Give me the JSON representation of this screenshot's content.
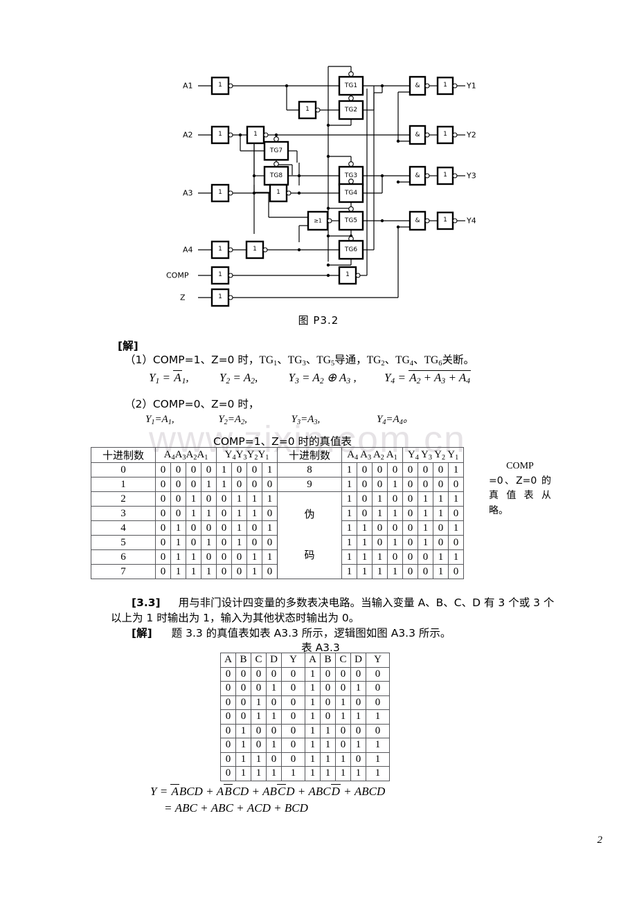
{
  "watermark": "www.zixin.com.cn",
  "page_number": "2",
  "figure": {
    "caption": "图 P3.2",
    "inputs": [
      "A1",
      "A2",
      "A3",
      "A4",
      "COMP",
      "Z"
    ],
    "outputs": [
      "Y1",
      "Y2",
      "Y3",
      "Y4"
    ],
    "transmission_gates": [
      "TG1",
      "TG2",
      "TG3",
      "TG4",
      "TG5",
      "TG6",
      "TG7",
      "TG8"
    ],
    "inverter_label": "1",
    "and_label": "&",
    "or_label": "≥1"
  },
  "solution1": {
    "marker": "[解]",
    "line1": "（1）COMP=1、Z=0 时，TG₁、TG₃、TG₅导通，TG₂、TG₄、TG₆关断。",
    "line1_parts": {
      "prefix": "（1）COMP=1、Z=0 时，",
      "on": "TG1、TG3、TG5",
      "on_word": "导通，",
      "off": "TG2、TG4、TG6",
      "off_word": "关断。"
    },
    "eq_y1": "Y₁ = Ā₁,",
    "eq_y2": "Y₂ = A₂,",
    "eq_y3": "Y₃ = A₂ ⊕ A₃ ,",
    "eq_y4": "Y₄ = A₂ + A₃ + A₄",
    "line2": "（2）COMP=0、Z=0 时，",
    "eq2_y1": "Y₁=A₁,",
    "eq2_y2": "Y₂=A₂,",
    "eq2_y3": "Y₃=A₃,",
    "eq2_y4": "Y₄=A₄。"
  },
  "truth_table_1": {
    "title": "COMP=1、Z=0 时的真值表",
    "headers": [
      "十进制数",
      "A4A3A2A1",
      "Y4Y3Y2Y1",
      "十进制数",
      "A4 A3 A2 A1",
      "Y4 Y3 Y2 Y1"
    ],
    "header_sub": {
      "dec": "十进制数",
      "a": [
        "A",
        "4",
        "A",
        "3",
        "A",
        "2",
        "A",
        "1"
      ],
      "y": [
        "Y",
        "4",
        "Y",
        "3",
        "Y",
        "2",
        "Y",
        "1"
      ]
    },
    "left_rows": [
      {
        "dec": "0",
        "a": [
          "0",
          "0",
          "0",
          "0"
        ],
        "y": [
          "1",
          "0",
          "0",
          "1"
        ]
      },
      {
        "dec": "1",
        "a": [
          "0",
          "0",
          "0",
          "1"
        ],
        "y": [
          "1",
          "0",
          "0",
          "0"
        ]
      },
      {
        "dec": "2",
        "a": [
          "0",
          "0",
          "1",
          "0"
        ],
        "y": [
          "0",
          "1",
          "1",
          "1"
        ]
      },
      {
        "dec": "3",
        "a": [
          "0",
          "0",
          "1",
          "1"
        ],
        "y": [
          "0",
          "1",
          "1",
          "0"
        ]
      },
      {
        "dec": "4",
        "a": [
          "0",
          "1",
          "0",
          "0"
        ],
        "y": [
          "0",
          "1",
          "0",
          "1"
        ]
      },
      {
        "dec": "5",
        "a": [
          "0",
          "1",
          "0",
          "1"
        ],
        "y": [
          "0",
          "1",
          "0",
          "0"
        ]
      },
      {
        "dec": "6",
        "a": [
          "0",
          "1",
          "1",
          "0"
        ],
        "y": [
          "0",
          "0",
          "1",
          "1"
        ]
      },
      {
        "dec": "7",
        "a": [
          "0",
          "1",
          "1",
          "1"
        ],
        "y": [
          "0",
          "0",
          "1",
          "0"
        ]
      }
    ],
    "right_rows": [
      {
        "dec": "8",
        "a": [
          "1",
          "0",
          "0",
          "0"
        ],
        "y": [
          "0",
          "0",
          "0",
          "1"
        ]
      },
      {
        "dec": "9",
        "a": [
          "1",
          "0",
          "0",
          "1"
        ],
        "y": [
          "0",
          "0",
          "0",
          "0"
        ]
      },
      {
        "dec": "",
        "a": [
          "1",
          "0",
          "1",
          "0"
        ],
        "y": [
          "0",
          "1",
          "1",
          "1"
        ]
      },
      {
        "dec": "",
        "a": [
          "1",
          "0",
          "1",
          "1"
        ],
        "y": [
          "0",
          "1",
          "1",
          "0"
        ]
      },
      {
        "dec": "",
        "a": [
          "1",
          "1",
          "0",
          "0"
        ],
        "y": [
          "0",
          "1",
          "0",
          "1"
        ]
      },
      {
        "dec": "",
        "a": [
          "1",
          "1",
          "0",
          "1"
        ],
        "y": [
          "0",
          "1",
          "0",
          "0"
        ]
      },
      {
        "dec": "",
        "a": [
          "1",
          "1",
          "1",
          "0"
        ],
        "y": [
          "0",
          "0",
          "1",
          "1"
        ]
      },
      {
        "dec": "",
        "a": [
          "1",
          "1",
          "1",
          "1"
        ],
        "y": [
          "0",
          "0",
          "1",
          "0"
        ]
      }
    ],
    "pseudo_code_label_1": "伪",
    "pseudo_code_label_2": "码"
  },
  "side_note": {
    "first_line": "COMP",
    "rest": "=0、Z=0 的真 值 表 从 略。"
  },
  "problem33": {
    "number": "[3.3]",
    "text_line1": "用与非门设计四变量的多数表决电路。当输入变量 A、B、C、D 有 3 个或 3 个",
    "text_line2": "以上为 1 时输出为 1，输入为其他状态时输出为 0。",
    "solution_marker": "[解]",
    "solution_text": "题 3.3 的真值表如表 A3.3 所示，逻辑图如图 A3.3 所示。"
  },
  "truth_table_2": {
    "title": "表 A3.3",
    "headers": [
      "A",
      "B",
      "C",
      "D",
      "Y",
      "A",
      "B",
      "C",
      "D",
      "Y"
    ],
    "left_rows": [
      {
        "abcd": [
          "0",
          "0",
          "0",
          "0"
        ],
        "y": "0"
      },
      {
        "abcd": [
          "0",
          "0",
          "0",
          "1"
        ],
        "y": "0"
      },
      {
        "abcd": [
          "0",
          "0",
          "1",
          "0"
        ],
        "y": "0"
      },
      {
        "abcd": [
          "0",
          "0",
          "1",
          "1"
        ],
        "y": "0"
      },
      {
        "abcd": [
          "0",
          "1",
          "0",
          "0"
        ],
        "y": "0"
      },
      {
        "abcd": [
          "0",
          "1",
          "0",
          "1"
        ],
        "y": "0"
      },
      {
        "abcd": [
          "0",
          "1",
          "1",
          "0"
        ],
        "y": "0"
      },
      {
        "abcd": [
          "0",
          "1",
          "1",
          "1"
        ],
        "y": "1"
      }
    ],
    "right_rows": [
      {
        "abcd": [
          "1",
          "0",
          "0",
          "0"
        ],
        "y": "0"
      },
      {
        "abcd": [
          "1",
          "0",
          "0",
          "1"
        ],
        "y": "0"
      },
      {
        "abcd": [
          "1",
          "0",
          "1",
          "0"
        ],
        "y": "0"
      },
      {
        "abcd": [
          "1",
          "0",
          "1",
          "1"
        ],
        "y": "1"
      },
      {
        "abcd": [
          "1",
          "1",
          "0",
          "0"
        ],
        "y": "0"
      },
      {
        "abcd": [
          "1",
          "1",
          "0",
          "1"
        ],
        "y": "1"
      },
      {
        "abcd": [
          "1",
          "1",
          "1",
          "0"
        ],
        "y": "1"
      },
      {
        "abcd": [
          "1",
          "1",
          "1",
          "1"
        ],
        "y": "1"
      }
    ]
  },
  "final_equations": {
    "line1_lhs": "Y =",
    "line1_terms": [
      "ĀBCD",
      "AB̄CD",
      "ABC̄D",
      "ABCD̄",
      "ABCD"
    ],
    "line2_lhs": "=",
    "line2_terms": [
      "ABC",
      "ABC",
      "ACD",
      "BCD"
    ]
  }
}
